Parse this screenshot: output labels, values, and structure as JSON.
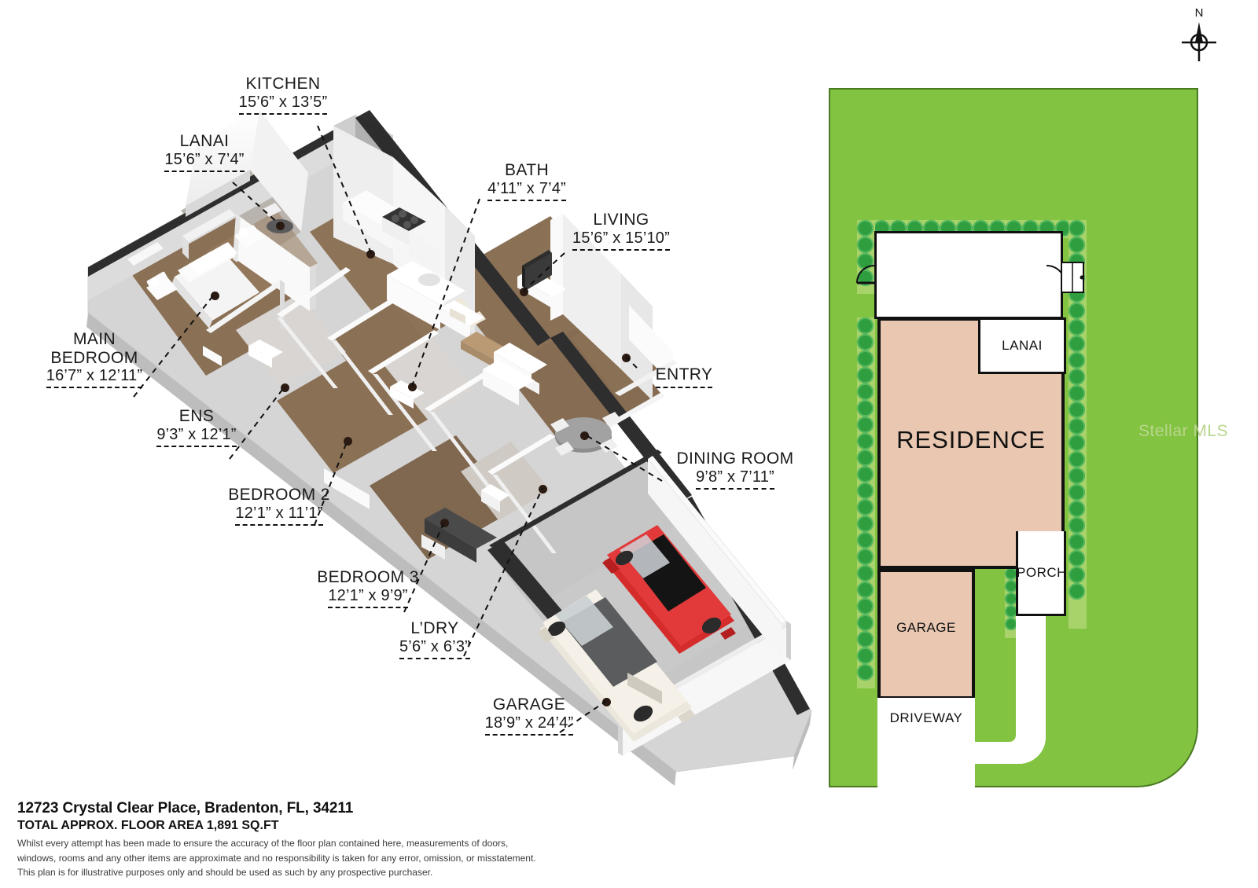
{
  "document": {
    "type": "real-estate-floor-plan",
    "address": "12723 Crystal Clear Place, Bradenton, FL, 34211",
    "total_area": "TOTAL APPROX. FLOOR AREA 1,891 SQ.FT",
    "disclaimer_line1": "Whilst every attempt has been made to ensure the accuracy of the floor plan contained here, measurements of doors,",
    "disclaimer_line2": "windows, rooms and any other items are approximate and no responsibility is taken for any error, omission, or misstatement.",
    "disclaimer_line3": "This plan is for illustrative purposes only and should be used as such by any prospective purchaser.",
    "watermark": "Stellar MLS"
  },
  "compass": {
    "label": "N"
  },
  "rooms": [
    {
      "id": "kitchen",
      "name": "KITCHEN",
      "dimensions": "15’6” x 13’5”"
    },
    {
      "id": "lanai",
      "name": "LANAI",
      "dimensions": "15’6” x 7’4”"
    },
    {
      "id": "bath",
      "name": "BATH",
      "dimensions": "4’11” x 7’4”"
    },
    {
      "id": "living",
      "name": "LIVING",
      "dimensions": "15’6” x 15’10”"
    },
    {
      "id": "main-bedroom",
      "name": "MAIN\nBEDROOM",
      "dimensions": "16’7” x 12’11”"
    },
    {
      "id": "entry",
      "name": "ENTRY",
      "dimensions": ""
    },
    {
      "id": "ens",
      "name": "ENS",
      "dimensions": "9’3” x 12’1”"
    },
    {
      "id": "dining-room",
      "name": "DINING ROOM",
      "dimensions": "9’8” x 7’11”"
    },
    {
      "id": "bedroom-2",
      "name": "BEDROOM 2",
      "dimensions": "12’1” x 11’1”"
    },
    {
      "id": "bedroom-3",
      "name": "BEDROOM 3",
      "dimensions": "12’1” x 9’9”"
    },
    {
      "id": "laundry",
      "name": "L’DRY",
      "dimensions": "5’6” x 6’3”"
    },
    {
      "id": "garage",
      "name": "GARAGE",
      "dimensions": "18’9” x 24’4”"
    }
  ],
  "site_plan": {
    "residence_label": "RESIDENCE",
    "lanai_label": "LANAI",
    "porch_label": "PORCH",
    "garage_label": "GARAGE",
    "driveway_label": "DRIVEWAY"
  },
  "colors": {
    "lawn_green": "#82c341",
    "lawn_border": "#4a7a22",
    "residence_fill": "#e9c7b1",
    "hedge_band": "#a8d26a",
    "hedge_dot": "#2f9e3f",
    "wall_dark": "#2e2e2e",
    "wall_light": "#f7f7f7",
    "floor_wood": "#8a7055",
    "floor_concrete": "#c4c4c4",
    "car_red": "#d52b2b",
    "car_cream": "#ece7dc",
    "text": "#111111",
    "watermark": "#b9d68e"
  }
}
